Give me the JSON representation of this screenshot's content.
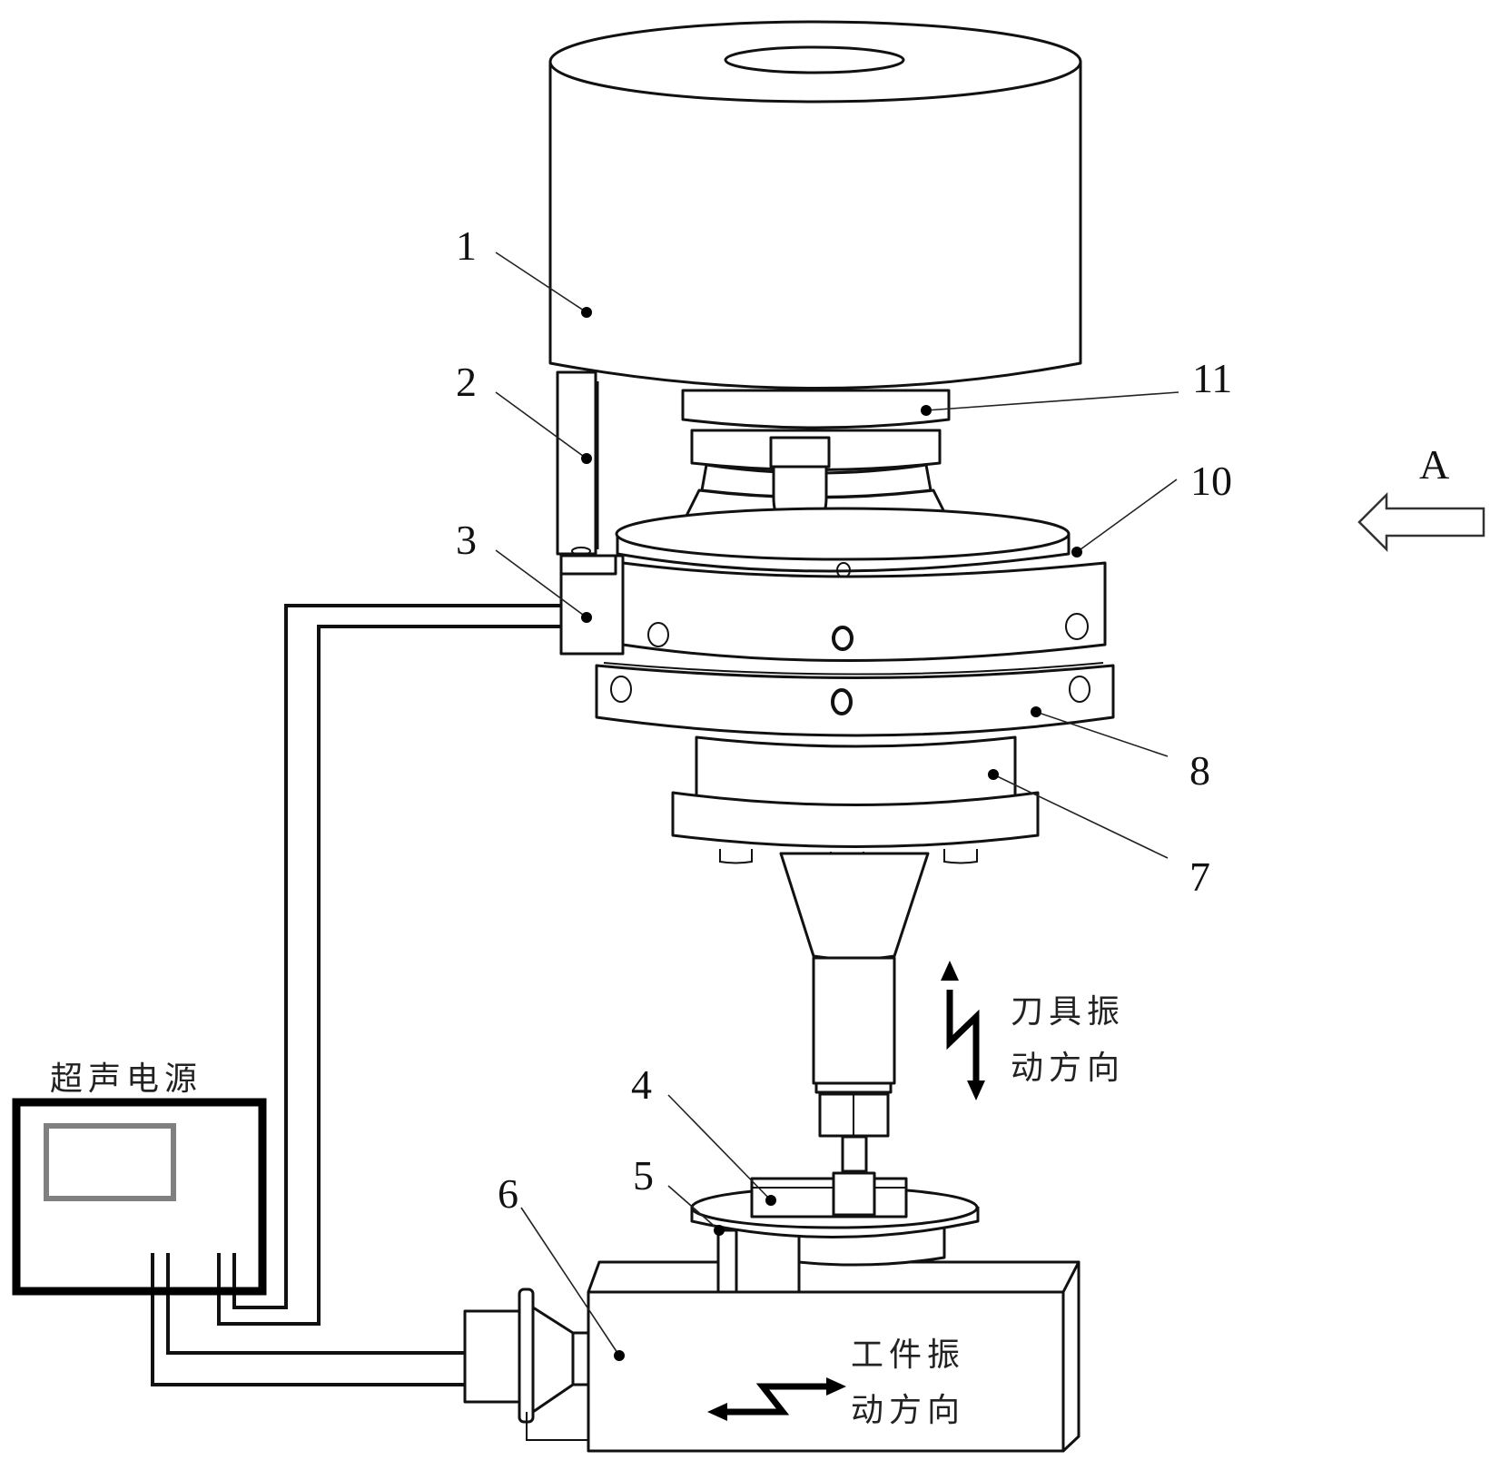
{
  "figure": {
    "type": "ultrasonic-vibration-machining-schematic",
    "colors": {
      "line": "#111111",
      "screen_border": "#808080",
      "background": "#ffffff"
    }
  },
  "power_supply": {
    "label": "超声电源"
  },
  "annotations": {
    "tool_vibration": {
      "line1": "刀具振",
      "line2": "动方向"
    },
    "workpiece_vibration": {
      "line1": "工件振",
      "line2": "动方向"
    },
    "view_arrow": {
      "label": "A",
      "icon": "hollow-left-arrow-icon"
    }
  },
  "callouts": [
    {
      "id": "1",
      "label": "1"
    },
    {
      "id": "2",
      "label": "2"
    },
    {
      "id": "3",
      "label": "3"
    },
    {
      "id": "4",
      "label": "4"
    },
    {
      "id": "5",
      "label": "5"
    },
    {
      "id": "6",
      "label": "6"
    },
    {
      "id": "7",
      "label": "7"
    },
    {
      "id": "8",
      "label": "8"
    },
    {
      "id": "10",
      "label": "10"
    },
    {
      "id": "11",
      "label": "11"
    }
  ]
}
